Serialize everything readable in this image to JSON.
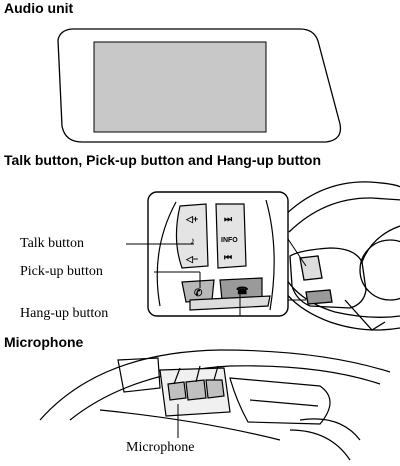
{
  "sections": {
    "audio": {
      "heading": "Audio unit"
    },
    "buttons": {
      "heading": "Talk button, Pick-up button and Hang-up button",
      "callouts": {
        "talk": "Talk button",
        "pickup": "Pick-up button",
        "hangup": "Hang-up button"
      },
      "switch_glyphs": {
        "vol_up": "◁+",
        "talk": "♪",
        "vol_down": "◁−",
        "next": "⏭",
        "info": "INFO",
        "prev": "⏮"
      }
    },
    "microphone": {
      "heading": "Microphone",
      "callout": "Microphone"
    }
  }
}
